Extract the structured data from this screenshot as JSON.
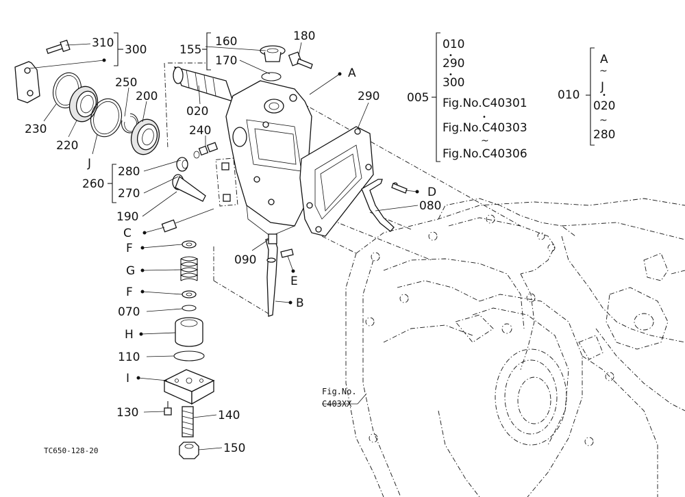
{
  "figure_code": "TC650-128-20",
  "parts": {
    "p310": "310",
    "p300": "300",
    "p230": "230",
    "p220": "220",
    "pJ": "J",
    "p250": "250",
    "p200": "200",
    "p155": "155",
    "p160": "160",
    "p170": "170",
    "p180": "180",
    "p020": "020",
    "p240": "240",
    "pA": "A",
    "p290": "290",
    "p280": "280",
    "p260": "260",
    "p270": "270",
    "p190": "190",
    "pC": "C",
    "pD": "D",
    "p080": "080",
    "pF1": "F",
    "pG": "G",
    "pF2": "F",
    "p070": "070",
    "pH": "H",
    "p110": "110",
    "pI": "I",
    "p130": "130",
    "p140": "140",
    "p150": "150",
    "p090": "090",
    "pE": "E",
    "pB": "B"
  },
  "ref_fig": {
    "line1": "Fig.No.",
    "line2": "C403XX"
  },
  "group_005": {
    "code": "005",
    "items": [
      "010",
      "290",
      "300",
      "Fig.No.C40301",
      "Fig.No.C40303",
      "Fig.No.C40306"
    ],
    "separators": [
      "•",
      "•",
      "•",
      "~"
    ]
  },
  "group_010": {
    "code": "010",
    "items": [
      "A",
      "J",
      "020",
      "280"
    ],
    "separators": [
      "~",
      "•",
      "~"
    ]
  }
}
